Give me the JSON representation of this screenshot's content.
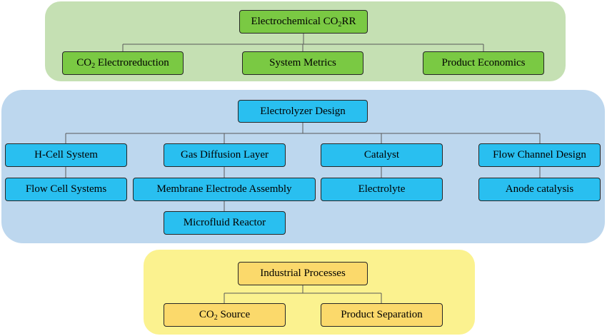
{
  "sections": {
    "top": {
      "title": {
        "pre": "Electrochemical CO",
        "sub": "2",
        "post": "RR"
      },
      "children": [
        {
          "pre": "CO",
          "sub": "2",
          "post": " Electroreduction"
        },
        {
          "label": "System Metrics"
        },
        {
          "label": "Product Economics"
        }
      ]
    },
    "middle": {
      "title": "Electrolyzer Design",
      "items": [
        "H-Cell System",
        "Gas Diffusion Layer",
        "Catalyst",
        "Flow Channel Design",
        "Flow Cell Systems",
        "Membrane Electrode Assembly",
        "Electrolyte",
        "Anode catalysis",
        "Microfluid Reactor"
      ]
    },
    "bottom": {
      "title": "Industrial Processes",
      "children": [
        {
          "pre": "CO",
          "sub": "2",
          "post": " Source"
        },
        {
          "label": "Product Separation"
        }
      ]
    }
  },
  "colors": {
    "top_panel": "#c5e0b3",
    "top_box": "#7ac943",
    "middle_panel": "#bdd7ee",
    "middle_box": "#29bff0",
    "bottom_panel": "#fbf28f",
    "bottom_box": "#fbd96b",
    "connector": "#595959"
  }
}
